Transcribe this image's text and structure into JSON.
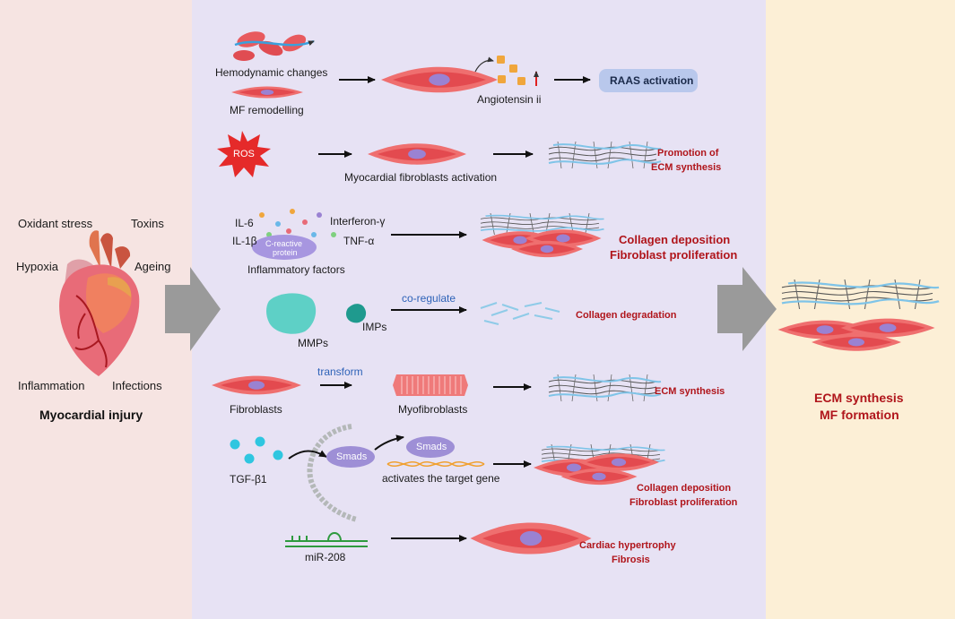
{
  "left": {
    "factors": [
      "Oxidant stress",
      "Toxins",
      "Hypoxia",
      "Ageing",
      "Inflammation",
      "Infections"
    ],
    "title": "Myocardial injury"
  },
  "middle": {
    "row1": {
      "input_top": "Hemodynamic changes",
      "input_bottom": "MF remodelling",
      "mediator": "Angiotensin ii",
      "result": "RAAS activation"
    },
    "row2": {
      "trigger": "ROS",
      "step": "Myocardial fibroblasts activation",
      "result_line1": "Promotion of",
      "result_line2": "ECM synthesis"
    },
    "row3": {
      "cytokines": [
        "IL-6",
        "Interferon-γ",
        "IL-1β",
        "TNF-α"
      ],
      "crp_line1": "C-reactive",
      "crp_line2": "protein",
      "label": "Inflammatory factors",
      "result_line1": "Collagen deposition",
      "result_line2": "Fibroblast proliferation"
    },
    "row4": {
      "mmp": "MMPs",
      "imp": "IMPs",
      "relation": "co-regulate",
      "result": "Collagen degradation"
    },
    "row5": {
      "source": "Fibroblasts",
      "relation": "transform",
      "target": "Myofibroblasts",
      "result": "ECM synthesis"
    },
    "row6": {
      "ligand": "TGF-β1",
      "mediator": "Smads",
      "mediator2": "Smads",
      "gene_label": "activates the target gene",
      "result_line1": "Collagen deposition",
      "result_line2": "Fibroblast proliferation"
    },
    "row7": {
      "source": "miR-208",
      "result_line1": "Cardiac hypertrophy",
      "result_line2": "Fibrosis"
    }
  },
  "right": {
    "line1": "ECM synthesis",
    "line2": "MF formation"
  },
  "colors": {
    "left_panel": "#f6e4e2",
    "middle_panel": "#e7e2f4",
    "right_panel": "#fcefd6",
    "accent_red": "#b0151b",
    "cell": "#e8464b",
    "nucleus": "#9a82d2",
    "smads": "#9e8fd6"
  },
  "icons": [
    "heart-icon",
    "red-blood-cells-icon",
    "fibroblast-cell-icon",
    "angiotensin-molecules-icon",
    "ros-burst-icon",
    "ecm-fiber-mesh-icon",
    "mmp-icon",
    "imp-icon",
    "myofibroblast-icon",
    "tgf-beta1-icon",
    "receptor-arc-icon",
    "dna-helix-icon",
    "mirna-icon",
    "large-arrow-icon"
  ]
}
